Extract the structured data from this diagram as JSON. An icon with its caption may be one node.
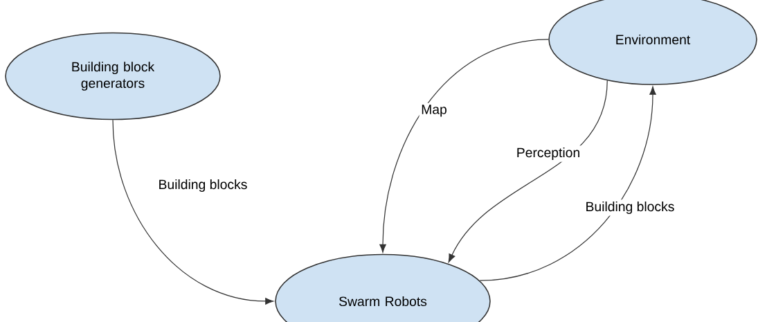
{
  "diagram": {
    "nodes": [
      {
        "text": [
          "Building block generators"
        ]
      },
      {
        "text": [
          "Environment"
        ]
      },
      {
        "text": [
          "Swarm Robots"
        ]
      }
    ],
    "edges": [
      {
        "from": 0,
        "to": 2,
        "arrow": "to",
        "label": "Building blocks"
      },
      {
        "from": 1,
        "to": 2,
        "arrow": "to",
        "label": "Map"
      },
      {
        "from": 1,
        "to": 2,
        "arrow": "to",
        "label": "Perception"
      },
      {
        "from": 2,
        "to": 1,
        "arrow": "to",
        "label": "Building blocks"
      }
    ]
  }
}
